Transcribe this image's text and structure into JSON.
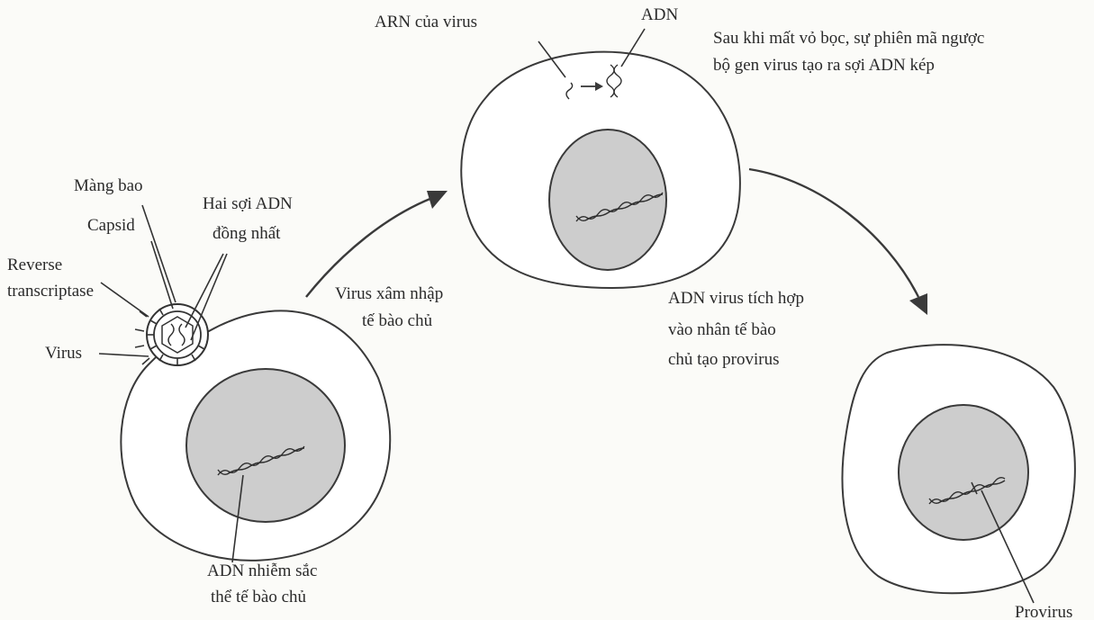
{
  "labels": {
    "mang_bao": "Màng bao",
    "capsid": "Capsid",
    "hai_soi_1": "Hai sợi ADN",
    "hai_soi_2": "đồng nhất",
    "reverse_1": "Reverse",
    "reverse_2": "transcriptase",
    "virus": "Virus",
    "host_dna_1": "ADN nhiễm sắc",
    "host_dna_2": "thể tế bào chủ",
    "entry_1": "Virus xâm nhập",
    "entry_2": "tế bào chủ",
    "arn": "ARN của virus",
    "adn": "ADN",
    "uncoat_1": "Sau khi mất vỏ bọc, sự phiên mã ngược",
    "uncoat_2": "bộ gen virus tạo ra sợi ADN kép",
    "integrate_1": "ADN virus tích hợp",
    "integrate_2": "vào nhân tế bào",
    "integrate_3": "chủ tạo provirus",
    "provirus": "Provirus"
  },
  "colors": {
    "ink": "#2b2b2b",
    "nucleus": "#cdcdcd",
    "background": "#fbfbf8"
  }
}
